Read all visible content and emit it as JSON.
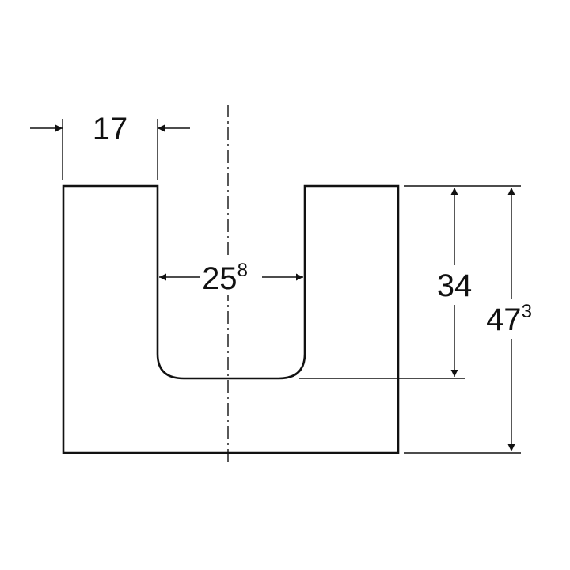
{
  "dimensions": {
    "wall_width": {
      "value": "17",
      "sup": ""
    },
    "gap_width": {
      "value": "25",
      "sup": "8"
    },
    "cutout_depth": {
      "value": "34",
      "sup": ""
    },
    "total_height": {
      "value": "47",
      "sup": "3"
    }
  },
  "colors": {
    "line": "#111111",
    "background": "#ffffff"
  }
}
